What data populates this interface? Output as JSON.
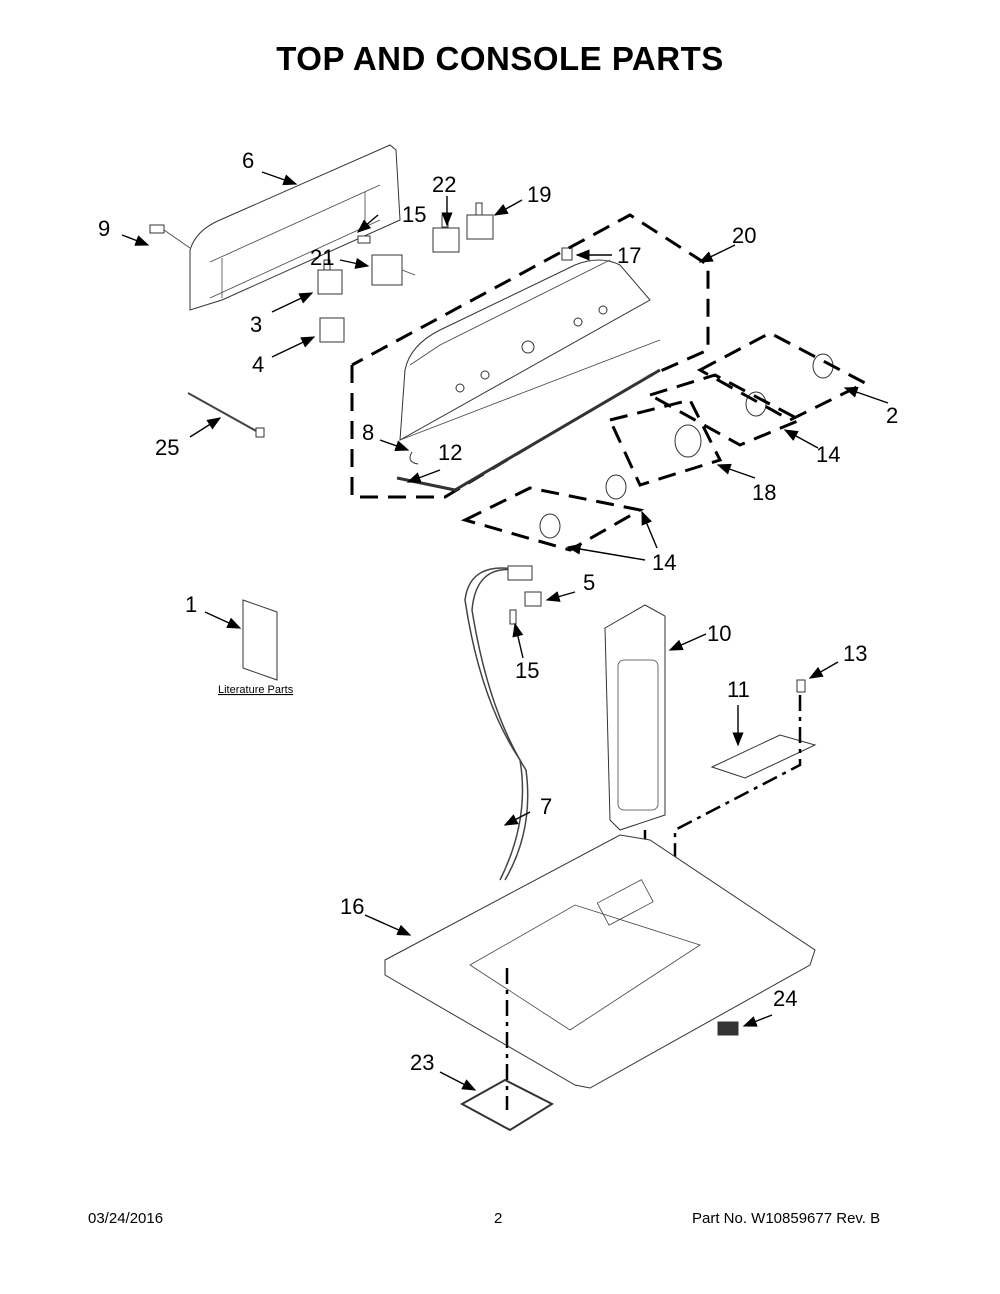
{
  "page": {
    "title": "TOP AND CONSOLE PARTS"
  },
  "callouts": {
    "c1": "1",
    "c2": "2",
    "c3": "3",
    "c4": "4",
    "c5": "5",
    "c6": "6",
    "c7": "7",
    "c8": "8",
    "c9": "9",
    "c10": "10",
    "c11": "11",
    "c12": "12",
    "c13": "13",
    "c14a": "14",
    "c14b": "14",
    "c15a": "15",
    "c15b": "15",
    "c16": "16",
    "c17": "17",
    "c18": "18",
    "c19": "19",
    "c20": "20",
    "c21": "21",
    "c22": "22",
    "c23": "23",
    "c24": "24",
    "c25": "25"
  },
  "literature": {
    "label": "Literature Parts"
  },
  "footer": {
    "date": "03/24/2016",
    "page_number": "2",
    "part_number": "Part No.  W10859677  Rev.  B"
  }
}
